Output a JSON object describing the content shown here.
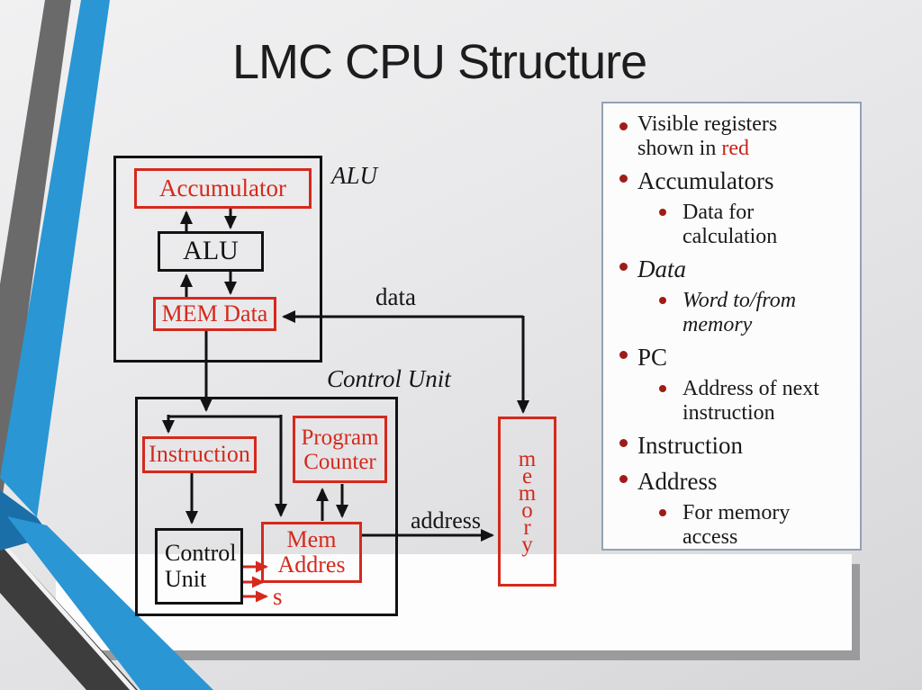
{
  "title": "LMC CPU Structure",
  "colors": {
    "register_red": "#d5291d",
    "wire_black": "#121212",
    "stripe_blue": "#2a96d4",
    "stripe_blue_dark": "#1b6fa8",
    "stripe_gray": "#6a6a6a",
    "stripe_charcoal": "#3d3d3d",
    "panel_border": "#93a1b5",
    "bullet_dot": "#9e1c18"
  },
  "diagram": {
    "alu_section_label": "ALU",
    "accumulator": "Accumulator",
    "alu_box": "ALU",
    "mem_data": "MEM Data",
    "data_label": "data",
    "control_section_label": "Control Unit",
    "instruction": "Instruction",
    "program_counter": "Program Counter",
    "control_unit": "Control Unit",
    "mem_address": "Mem Addres",
    "mem_address_overflow": "s",
    "address_label": "address",
    "memory": {
      "letters": [
        "m",
        "e",
        "m",
        "o",
        "r",
        "y"
      ]
    }
  },
  "panel": {
    "items": [
      {
        "level": 1,
        "text": "Visible registers shown in ",
        "red_word": "red"
      },
      {
        "level": 1,
        "text": "Accumulators"
      },
      {
        "level": 2,
        "text": "Data for calculation"
      },
      {
        "level": 1,
        "text": "Data",
        "style": "italic"
      },
      {
        "level": 2,
        "text": "Word to/from memory",
        "style": "italic"
      },
      {
        "level": 1,
        "text": "PC"
      },
      {
        "level": 2,
        "text": "Address of next instruction"
      },
      {
        "level": 1,
        "text": "Instruction"
      },
      {
        "level": 1,
        "text": "Address"
      },
      {
        "level": 2,
        "text": "For memory access"
      }
    ]
  }
}
